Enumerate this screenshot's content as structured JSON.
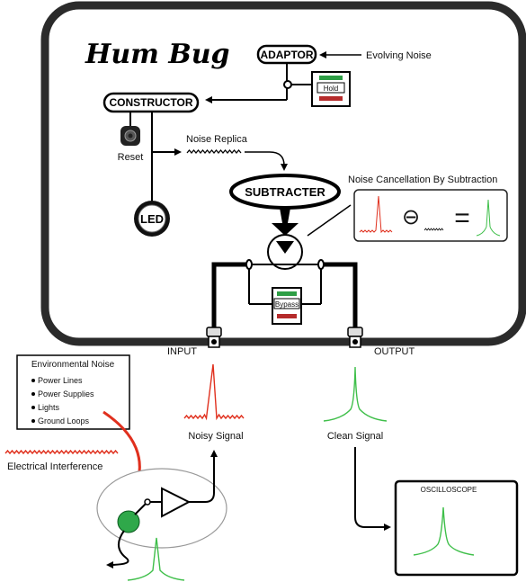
{
  "diagram": {
    "title": "Hum Bug",
    "adaptor": "ADAPTOR",
    "evolving_noise": "Evolving Noise",
    "hold": "Hold",
    "constructor": "CONSTRUCTOR",
    "reset": "Reset",
    "noise_replica": "Noise Replica",
    "led": "LED",
    "subtracter": "SUBTRACTER",
    "cancellation": "Noise Cancellation By Subtraction",
    "minus_symbol": "⊖",
    "equals_symbol": "=",
    "bypass": "Bypass",
    "input": "INPUT",
    "output": "OUTPUT",
    "env_noise": {
      "title": "Environmental Noise",
      "items": [
        "Power Lines",
        "Power Supplies",
        "Lights",
        "Ground Loops"
      ]
    },
    "electrical_interference": "Electrical Interference",
    "noisy_signal": "Noisy Signal",
    "clean_signal": "Clean Signal",
    "oscilloscope": "OSCILLOSCOPE",
    "colors": {
      "device_fill": "#ffffff",
      "device_border": "#2b2b2b",
      "noise_red": "#e0301e",
      "signal_green": "#3fbf4a",
      "switch_green": "#2e9e45",
      "switch_red": "#b52b2b",
      "mic_green": "#2fa84a"
    }
  }
}
